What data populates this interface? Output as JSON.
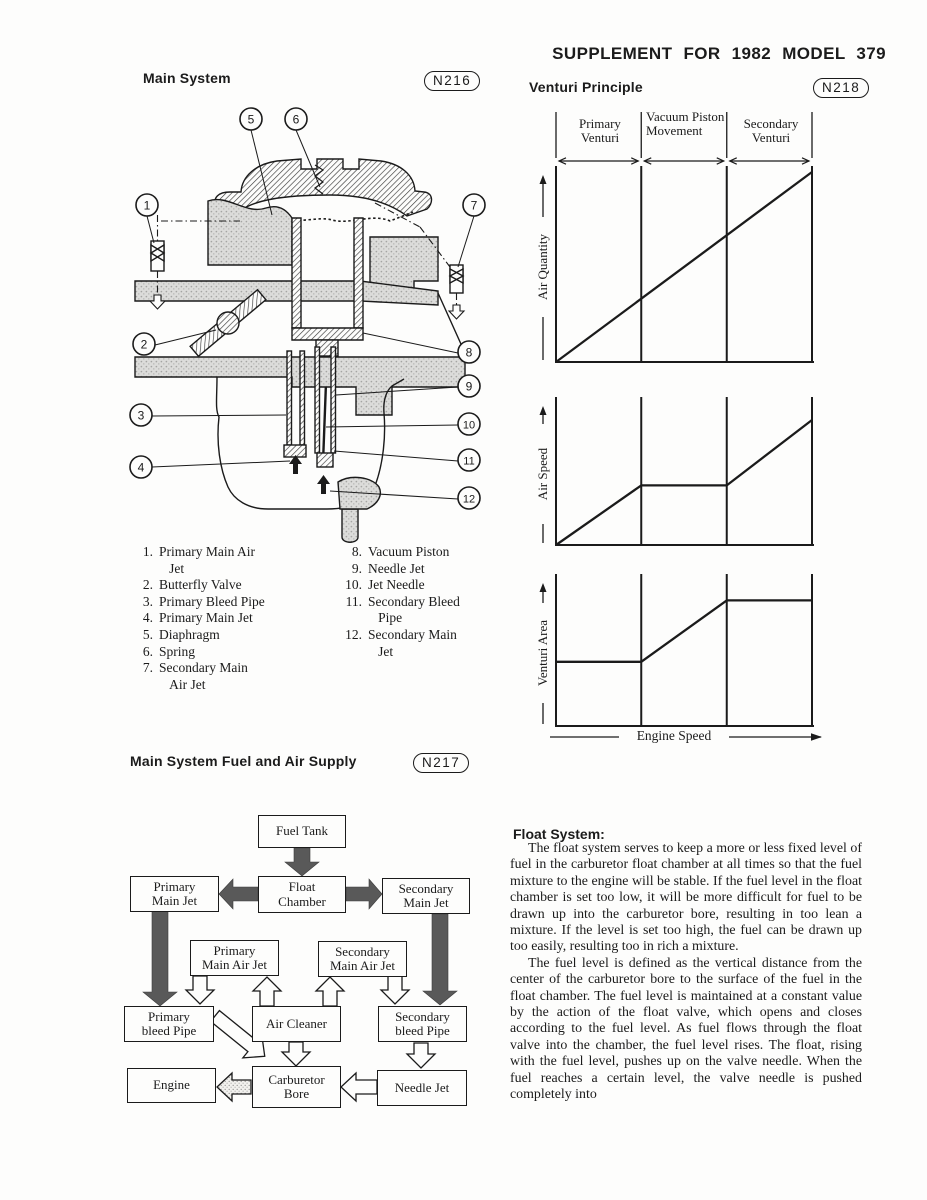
{
  "page": {
    "title": "SUPPLEMENT FOR 1982 MODEL 379"
  },
  "figures": {
    "main_system": {
      "title": "Main System",
      "ref": "N216"
    },
    "venturi_principle": {
      "title": "Venturi Principle",
      "ref": "N218"
    },
    "fuel_air_supply": {
      "title": "Main System Fuel and Air Supply",
      "ref": "N217"
    }
  },
  "callouts": {
    "items": [
      "1",
      "2",
      "3",
      "4",
      "5",
      "6",
      "7",
      "8",
      "9",
      "10",
      "11",
      "12"
    ]
  },
  "parts_list": {
    "left": [
      {
        "num": "1.",
        "label": "Primary Main Air\n   Jet"
      },
      {
        "num": "2.",
        "label": "Butterfly Valve"
      },
      {
        "num": "3.",
        "label": "Primary Bleed Pipe"
      },
      {
        "num": "4.",
        "label": "Primary Main Jet"
      },
      {
        "num": "5.",
        "label": "Diaphragm"
      },
      {
        "num": "6.",
        "label": "Spring"
      },
      {
        "num": "7.",
        "label": "Secondary Main\n   Air Jet"
      }
    ],
    "right": [
      {
        "num": "8.",
        "label": "Vacuum Piston"
      },
      {
        "num": "9.",
        "label": "Needle Jet"
      },
      {
        "num": "10.",
        "label": "Jet Needle"
      },
      {
        "num": "11.",
        "label": "Secondary Bleed\n   Pipe"
      },
      {
        "num": "12.",
        "label": "Secondary Main\n   Jet"
      }
    ]
  },
  "flow_diagram": {
    "boxes": {
      "fuel_tank": "Fuel Tank",
      "float_chamber": "Float\nChamber",
      "primary_main_jet": "Primary\nMain Jet",
      "secondary_main_jet": "Secondary\nMain Jet",
      "primary_main_air_jet": "Primary\nMain Air Jet",
      "secondary_main_air_jet": "Secondary\nMain Air Jet",
      "primary_bleed_pipe": "Primary\nbleed Pipe",
      "air_cleaner": "Air Cleaner",
      "secondary_bleed_pipe": "Secondary\nbleed Pipe",
      "engine": "Engine",
      "carburetor_bore": "Carburetor\nBore",
      "needle_jet": "Needle Jet"
    }
  },
  "float_system": {
    "heading": "Float System:",
    "paragraphs": [
      "The float system serves to keep a more or less fixed level of fuel in the carburetor float chamber at all times so that the fuel mixture to the engine will be stable. If the fuel level in the float chamber is set too low, it will be more difficult for fuel to be drawn up into the carburetor bore, resulting in too lean a mixture. If the level is set too high, the fuel can be drawn up too easily, resulting too in rich a mixture.",
      "The fuel level is defined as the vertical distance from the center of the carburetor bore to the surface of the fuel in the float chamber. The fuel level is maintained at a constant value by the action of the float valve, which opens and closes according to the fuel level. As fuel flows through the float valve into the chamber, the fuel level rises. The float, rising with the fuel level, pushes up on the valve needle. When the fuel reaches a certain level, the valve needle is pushed completely into"
    ]
  },
  "chart_data": {
    "type": "line",
    "title": "Venturi Principle",
    "xlabel": "Engine Speed",
    "grid": false,
    "column_headers": [
      "Primary Venturi",
      "Vacuum Piston Movement",
      "Secondary Venturi"
    ],
    "column_boundaries_frac": [
      0,
      0.333,
      0.667,
      1
    ],
    "axis_ranges": {
      "x_frac": [
        0,
        1
      ],
      "y_frac": [
        0,
        1
      ]
    },
    "charts": [
      {
        "ylabel": "Air Quantity",
        "points_frac": [
          [
            0,
            0
          ],
          [
            1,
            1
          ]
        ]
      },
      {
        "ylabel": "Air Speed",
        "points_frac": [
          [
            0,
            0
          ],
          [
            0.333,
            0.42
          ],
          [
            0.667,
            0.42
          ],
          [
            1,
            0.88
          ]
        ]
      },
      {
        "ylabel": "Venturi Area",
        "points_frac": [
          [
            0,
            0.44
          ],
          [
            0.333,
            0.44
          ],
          [
            0.667,
            0.86
          ],
          [
            1,
            0.86
          ]
        ]
      }
    ]
  }
}
